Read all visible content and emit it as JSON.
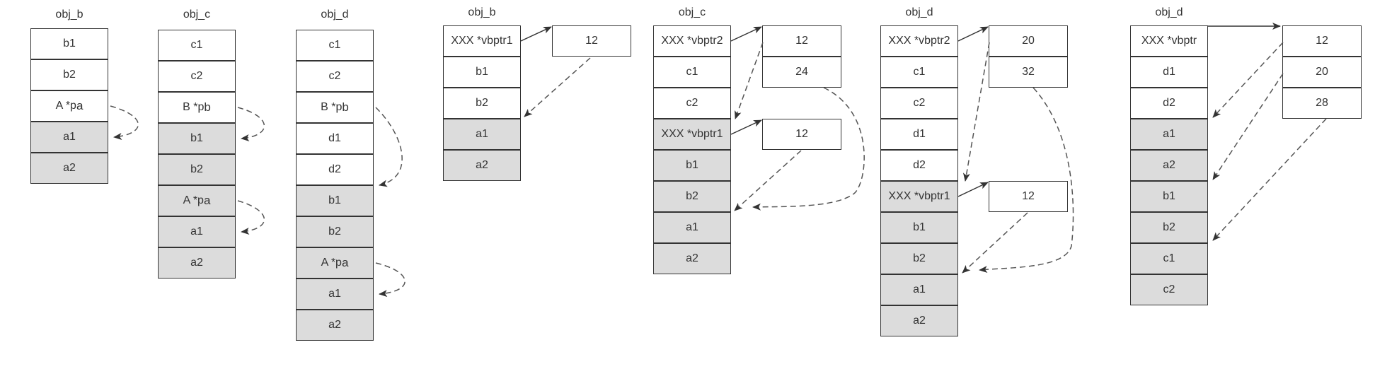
{
  "diagrams": [
    {
      "id": "d1",
      "title": "obj_b",
      "cells": [
        {
          "text": "b1",
          "grey": false
        },
        {
          "text": "b2",
          "grey": false
        },
        {
          "text": "A *p",
          "sub": "a",
          "grey": false
        },
        {
          "text": "a1",
          "grey": true
        },
        {
          "text": "a2",
          "grey": true
        }
      ]
    },
    {
      "id": "d2",
      "title": "obj_c",
      "cells": [
        {
          "text": "c1",
          "grey": false
        },
        {
          "text": "c2",
          "grey": false
        },
        {
          "text": "B *p",
          "sub": "b",
          "grey": false
        },
        {
          "text": "b1",
          "grey": true
        },
        {
          "text": "b2",
          "grey": true
        },
        {
          "text": "A *p",
          "sub": "a",
          "grey": true
        },
        {
          "text": "a1",
          "grey": true
        },
        {
          "text": "a2",
          "grey": true
        }
      ]
    },
    {
      "id": "d3",
      "title": "obj_d",
      "cells": [
        {
          "text": "c1",
          "grey": false
        },
        {
          "text": "c2",
          "grey": false
        },
        {
          "text": "B *p",
          "sub": "b",
          "grey": false
        },
        {
          "text": "d1",
          "grey": false
        },
        {
          "text": "d2",
          "grey": false
        },
        {
          "text": "b1",
          "grey": true
        },
        {
          "text": "b2",
          "grey": true
        },
        {
          "text": "A *p",
          "sub": "a",
          "grey": true
        },
        {
          "text": "a1",
          "grey": true
        },
        {
          "text": "a2",
          "grey": true
        }
      ]
    },
    {
      "id": "d4",
      "title": "obj_b",
      "cells": [
        {
          "text": "XXX *vbptr1",
          "grey": false
        },
        {
          "text": "b1",
          "grey": false
        },
        {
          "text": "b2",
          "grey": false
        },
        {
          "text": "a1",
          "grey": true
        },
        {
          "text": "a2",
          "grey": true
        }
      ]
    },
    {
      "id": "d5",
      "title": "obj_c",
      "cells": [
        {
          "text": "XXX *vbptr2",
          "grey": false
        },
        {
          "text": "c1",
          "grey": false
        },
        {
          "text": "c2",
          "grey": false
        },
        {
          "text": "XXX *vbptr1",
          "grey": true
        },
        {
          "text": "b1",
          "grey": true
        },
        {
          "text": "b2",
          "grey": true
        },
        {
          "text": "a1",
          "grey": true
        },
        {
          "text": "a2",
          "grey": true
        }
      ]
    },
    {
      "id": "d6",
      "title": "obj_d",
      "cells": [
        {
          "text": "XXX *vbptr2",
          "grey": false
        },
        {
          "text": "c1",
          "grey": false
        },
        {
          "text": "c2",
          "grey": false
        },
        {
          "text": "d1",
          "grey": false
        },
        {
          "text": "d2",
          "grey": false
        },
        {
          "text": "XXX *vbptr1",
          "grey": true
        },
        {
          "text": "b1",
          "grey": true
        },
        {
          "text": "b2",
          "grey": true
        },
        {
          "text": "a1",
          "grey": true
        },
        {
          "text": "a2",
          "grey": true
        }
      ]
    },
    {
      "id": "d7",
      "title": "obj_d",
      "cells": [
        {
          "text": "XXX *vbptr",
          "grey": false
        },
        {
          "text": "d1",
          "grey": false
        },
        {
          "text": "d2",
          "grey": false
        },
        {
          "text": "a1",
          "grey": true
        },
        {
          "text": "a2",
          "grey": true
        },
        {
          "text": "b1",
          "grey": true
        },
        {
          "text": "b2",
          "grey": true
        },
        {
          "text": "c1",
          "grey": true
        },
        {
          "text": "c2",
          "grey": true
        }
      ]
    }
  ],
  "vbtables": [
    {
      "id": "t1",
      "values": [
        "12"
      ]
    },
    {
      "id": "t2",
      "values": [
        "12",
        "24"
      ]
    },
    {
      "id": "t3",
      "values": [
        "12"
      ]
    },
    {
      "id": "t4",
      "values": [
        "20",
        "32"
      ]
    },
    {
      "id": "t5",
      "values": [
        "12"
      ]
    },
    {
      "id": "t6",
      "values": [
        "12",
        "20",
        "28"
      ]
    }
  ]
}
